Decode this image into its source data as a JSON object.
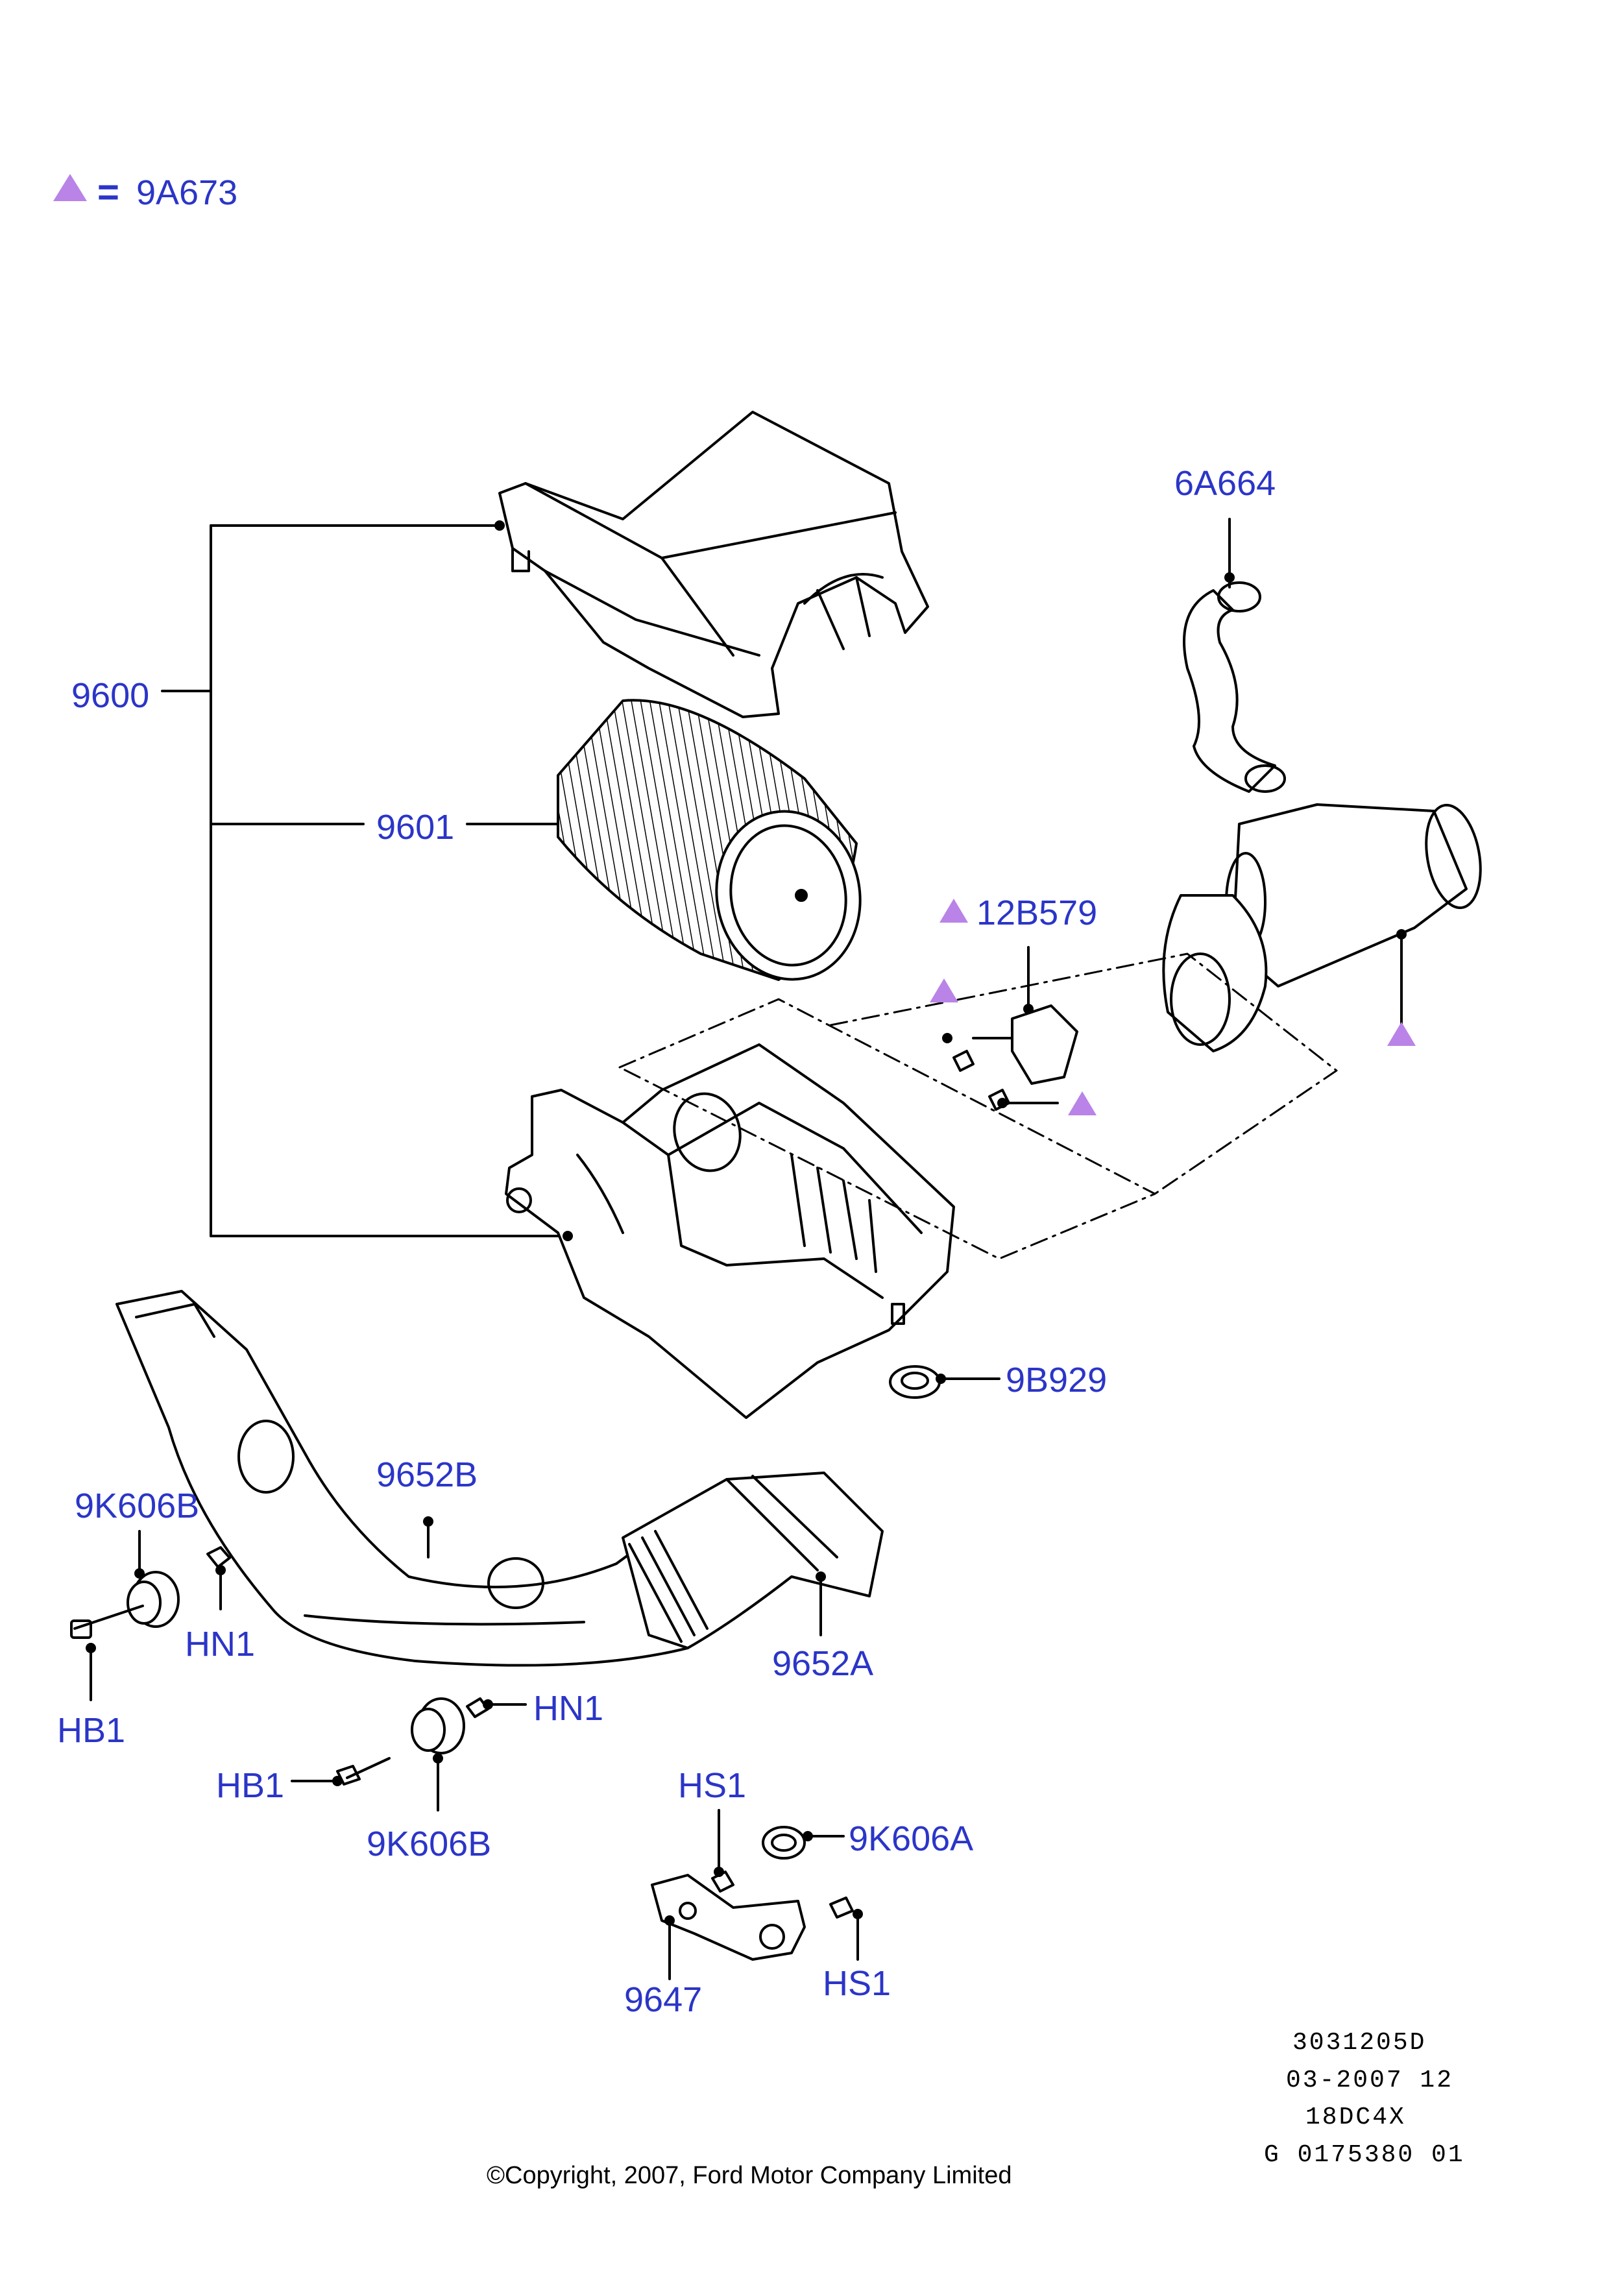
{
  "legend": {
    "equals": "=",
    "part": "9A673",
    "marker_color": "#b983e8"
  },
  "colors": {
    "label": "#2b35c8",
    "line": "#000000",
    "marker": "#b983e8"
  },
  "callouts": {
    "p9600": "9600",
    "p9601": "9601",
    "p6A664": "6A664",
    "p12B579": "12B579",
    "p9B929": "9B929",
    "p9652B": "9652B",
    "p9K606B_top": "9K606B",
    "p9652A": "9652A",
    "pHN1_left": "HN1",
    "pHB1_left": "HB1",
    "pHN1_right": "HN1",
    "pHB1_right": "HB1",
    "p9K606B_bottom": "9K606B",
    "pHS1_top": "HS1",
    "p9K606A": "9K606A",
    "p9647": "9647",
    "pHS1_bottom": "HS1"
  },
  "drawing_meta": [
    "3031205D",
    "03-2007 12",
    "18DC4X",
    "G 0175380 01"
  ],
  "copyright": "©Copyright, 2007, Ford Motor Company Limited"
}
